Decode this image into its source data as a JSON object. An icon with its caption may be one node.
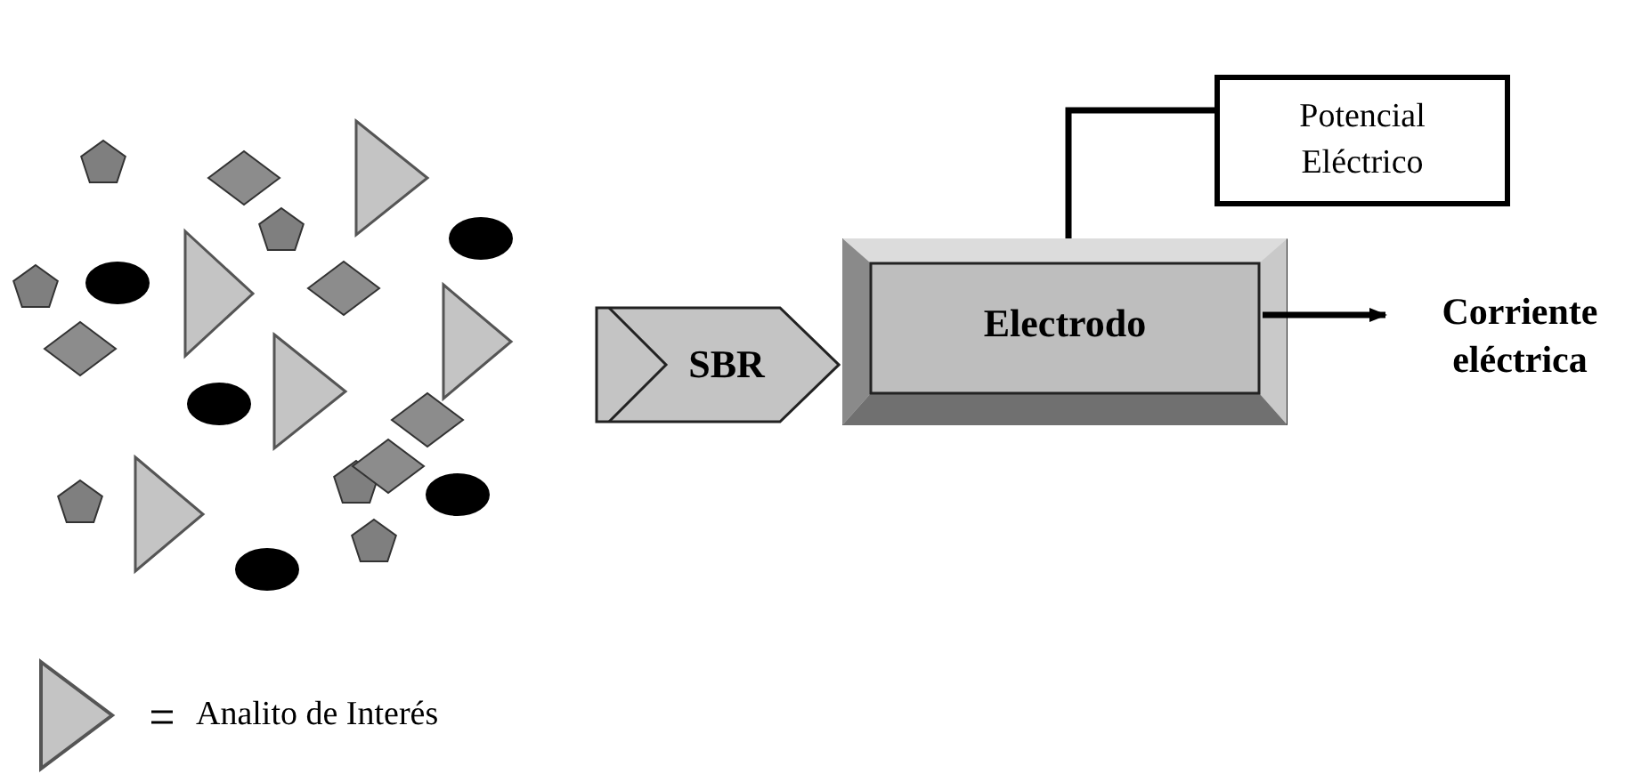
{
  "diagram": {
    "nodes": [
      {
        "text": [
          "Potencial Eléctrico"
        ]
      },
      {
        "text": [
          "SBR"
        ]
      },
      {
        "text": [
          "Electrodo"
        ]
      },
      {
        "text": [
          "Corriente eléctrica"
        ]
      }
    ],
    "edges": [
      {
        "from": 0,
        "to": 2,
        "arrow": "none"
      },
      {
        "from": 2,
        "to": 3,
        "arrow": "to"
      }
    ],
    "legend": [
      {
        "text": "Analito de Interés"
      }
    ]
  }
}
